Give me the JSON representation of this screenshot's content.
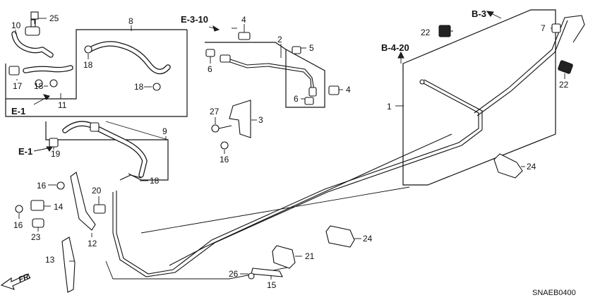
{
  "callouts": {
    "c1": "1",
    "c2": "2",
    "c3": "3",
    "c4a": "4",
    "c4b": "4",
    "c5": "5",
    "c6a": "6",
    "c6b": "6",
    "c7": "7",
    "c8": "8",
    "c9": "9",
    "c10": "10",
    "c11": "11",
    "c12": "12",
    "c13": "13",
    "c14": "14",
    "c15": "15",
    "c16a": "16",
    "c16b": "16",
    "c16c": "16",
    "c17": "17",
    "c18a": "18",
    "c18b": "18",
    "c18c": "18",
    "c18d": "18",
    "c19": "19",
    "c20": "20",
    "c21": "21",
    "c22a": "22",
    "c22b": "22",
    "c23": "23",
    "c24a": "24",
    "c24b": "24",
    "c25": "25",
    "c26": "26",
    "c27": "27"
  },
  "refs": {
    "e3_10": "E-3-10",
    "b3": "B-3",
    "b4_20": "B-4-20",
    "e1_top": "E-1",
    "e1_mid": "E-1"
  },
  "front_label": "FR.",
  "diagram_code": "SNAEB0400"
}
